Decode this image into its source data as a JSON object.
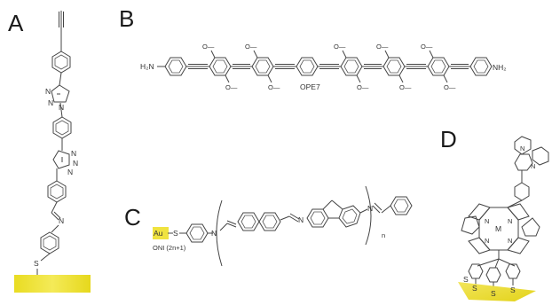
{
  "panels": {
    "a": {
      "letter": "A",
      "atoms": {
        "n1": "N",
        "n2": "N",
        "n3": "N",
        "n4": "N",
        "n5": "N",
        "n6": "N",
        "imine_n": "N",
        "sulfur": "S"
      }
    },
    "b": {
      "letter": "B",
      "left_amine": "H₂N",
      "right_amine": "NH₂",
      "methoxy": "O—",
      "caption": "OPE7"
    },
    "c": {
      "letter": "C",
      "gold": "Au",
      "sulfur": "S",
      "imine_n": "N",
      "repeat_n": "n",
      "caption": "ONI (2n+1)"
    },
    "d": {
      "letter": "D",
      "metal": "M",
      "n_atom": "N",
      "sulfur": "S"
    }
  },
  "colors": {
    "gold_substrate": "#ece030",
    "gold_highlight": "#f2e650",
    "bond": "#444444",
    "text": "#1a1a1a"
  }
}
